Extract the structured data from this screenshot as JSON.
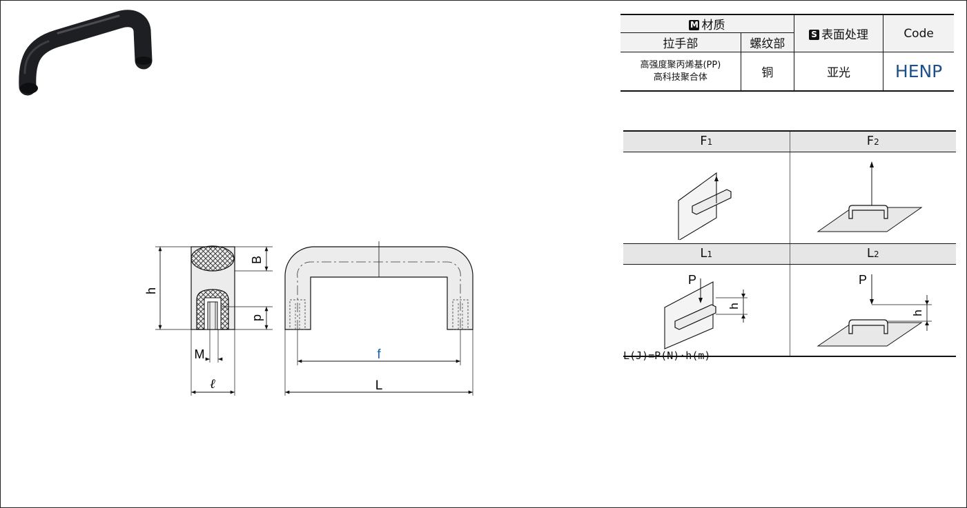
{
  "spec_table": {
    "material_badge": "M",
    "material_header": "材质",
    "handle_part_header": "拉手部",
    "thread_part_header": "螺纹部",
    "surface_badge": "S",
    "surface_header": "表面处理",
    "code_header": "Code",
    "handle_material_line1": "高强度聚丙烯基(PP)",
    "handle_material_line2": "高科技聚合体",
    "thread_material": "铜",
    "surface_value": "亚光",
    "code_value": "HENP"
  },
  "drawing_labels": {
    "h": "h",
    "B": "B",
    "p": "p",
    "M": "M",
    "l": "ℓ",
    "f": "f",
    "L": "L"
  },
  "load_table": {
    "f1_main": "F",
    "f1_sub": "1",
    "f2_main": "F",
    "f2_sub": "2",
    "l1_main": "L",
    "l1_sub": "1",
    "l2_main": "L",
    "l2_sub": "2",
    "p_label": "P",
    "h_label": "h"
  },
  "formula": "L(J)=P(N)·h(m)",
  "colors": {
    "code_blue": "#1c4f8c",
    "dimension_blue": "#1c5fa8",
    "header_gray": "#e6e6e6",
    "handle_fill": "#ececec",
    "photo_black": "#1e1f22"
  }
}
